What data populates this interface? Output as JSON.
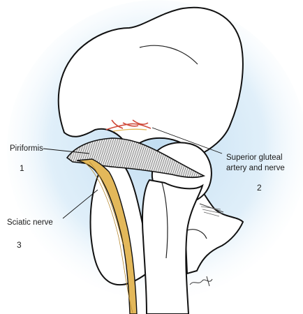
{
  "labels": {
    "piriformis": "Piriformis",
    "superior_gluteal_line1": "Superior gluteal",
    "superior_gluteal_line2": "artery and nerve",
    "sciatic_nerve": "Sciatic nerve",
    "num_1": "1",
    "num_2": "2",
    "num_3": "3"
  },
  "colors": {
    "background_glow": "#cfe6f5",
    "bone_fill": "#ffffff",
    "outline": "#111111",
    "muscle_stripes": "#555555",
    "nerve_fill": "#e3b85a",
    "nerve_shade": "#c9973a",
    "artery": "#d04a3a"
  }
}
